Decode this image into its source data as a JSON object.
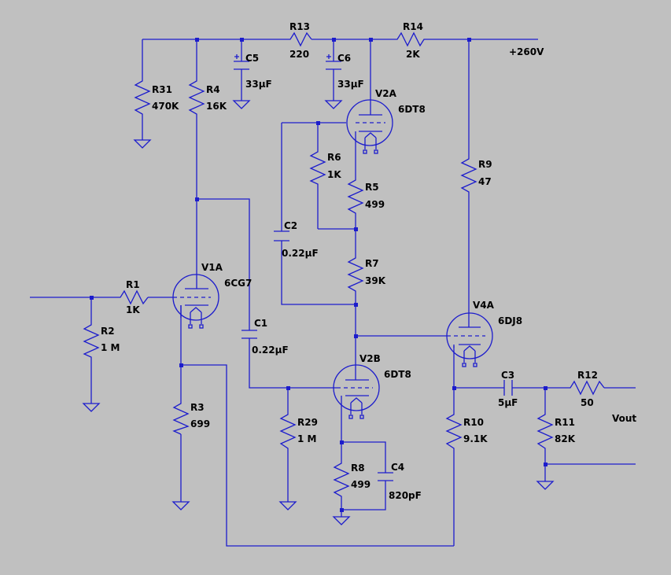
{
  "colors": {
    "background": "#c0c0c0",
    "wire": "#1c1ccc",
    "text": "#000000"
  },
  "supply": "+260V",
  "output_label": "Vout",
  "components": {
    "R31": "470K",
    "R4": "16K",
    "C5": "33µF",
    "R13": "220",
    "C6": "33µF",
    "R14": "2K",
    "V2A": "6DT8",
    "R6": "1K",
    "R5": "499",
    "C2": "0.22µF",
    "R7": "39K",
    "R9": "47",
    "V1A": "6CG7",
    "R1": "1K",
    "R2": "1 M",
    "C1": "0.22µF",
    "V4A": "6DJ8",
    "V2B": "6DT8",
    "R3": "699",
    "R29": "1 M",
    "R8": "499",
    "C4": "820pF",
    "C3": "5µF",
    "R12": "50",
    "R10": "9.1K",
    "R11": "82K"
  }
}
